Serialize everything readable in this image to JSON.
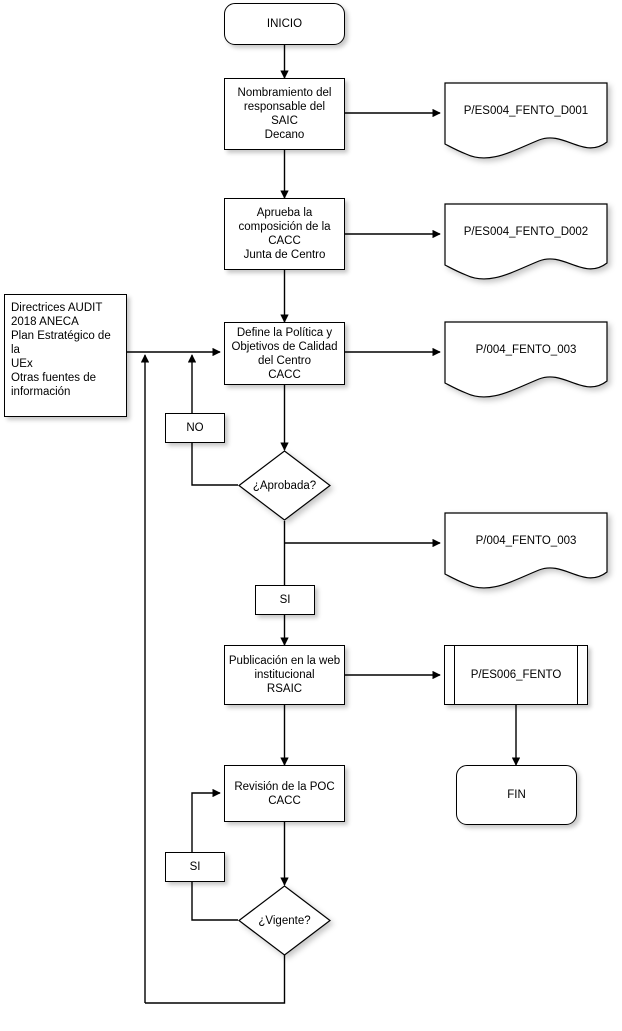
{
  "diagram": {
    "title": "Proceso de Politica y Objetivos de Calidad",
    "stroke_color": "#000000",
    "fill_color": "#ffffff",
    "shadow_color": "rgba(0,0,0,0.22)"
  },
  "nodes": {
    "inicio": {
      "label": "INICIO",
      "shape": "terminator"
    },
    "nombramiento": {
      "label": "Nombramiento del\nresponsable del\nSAIC\nDecano",
      "shape": "process"
    },
    "aprueba": {
      "label": "Aprueba la\ncomposición de la\nCACC\nJunta de Centro",
      "shape": "process"
    },
    "define": {
      "label": "Define la Política y\nObjetivos de Calidad\ndel Centro\nCACC",
      "shape": "process"
    },
    "fuentes": {
      "label": "Directrices AUDIT\n2018 ANECA\nPlan Estratégico de la\nUEx\nOtras fuentes de\ninformación",
      "shape": "process-left-aligned"
    },
    "no_label": {
      "label": "NO",
      "shape": "process"
    },
    "aprobada": {
      "label": "¿Aprobada?",
      "shape": "decision"
    },
    "si_label": {
      "label": "SI",
      "shape": "process"
    },
    "publicacion": {
      "label": "Publicación en la web\ninstitucional\nRSAIC",
      "shape": "process"
    },
    "revision": {
      "label": "Revisión de la POC\nCACC",
      "shape": "process"
    },
    "si_label2": {
      "label": "SI",
      "shape": "process"
    },
    "vigente": {
      "label": "¿Vigente?",
      "shape": "decision"
    },
    "doc_d001": {
      "label": "P/ES004_FENTO_D001",
      "shape": "document"
    },
    "doc_d002": {
      "label": "P/ES004_FENTO_D002",
      "shape": "document"
    },
    "doc_003a": {
      "label": "P/004_FENTO_003",
      "shape": "document"
    },
    "doc_003b": {
      "label": "P/004_FENTO_003",
      "shape": "document"
    },
    "predef_es006": {
      "label": "P/ES006_FENTO",
      "shape": "predefined-process"
    },
    "fin": {
      "label": "FIN",
      "shape": "terminator"
    }
  }
}
